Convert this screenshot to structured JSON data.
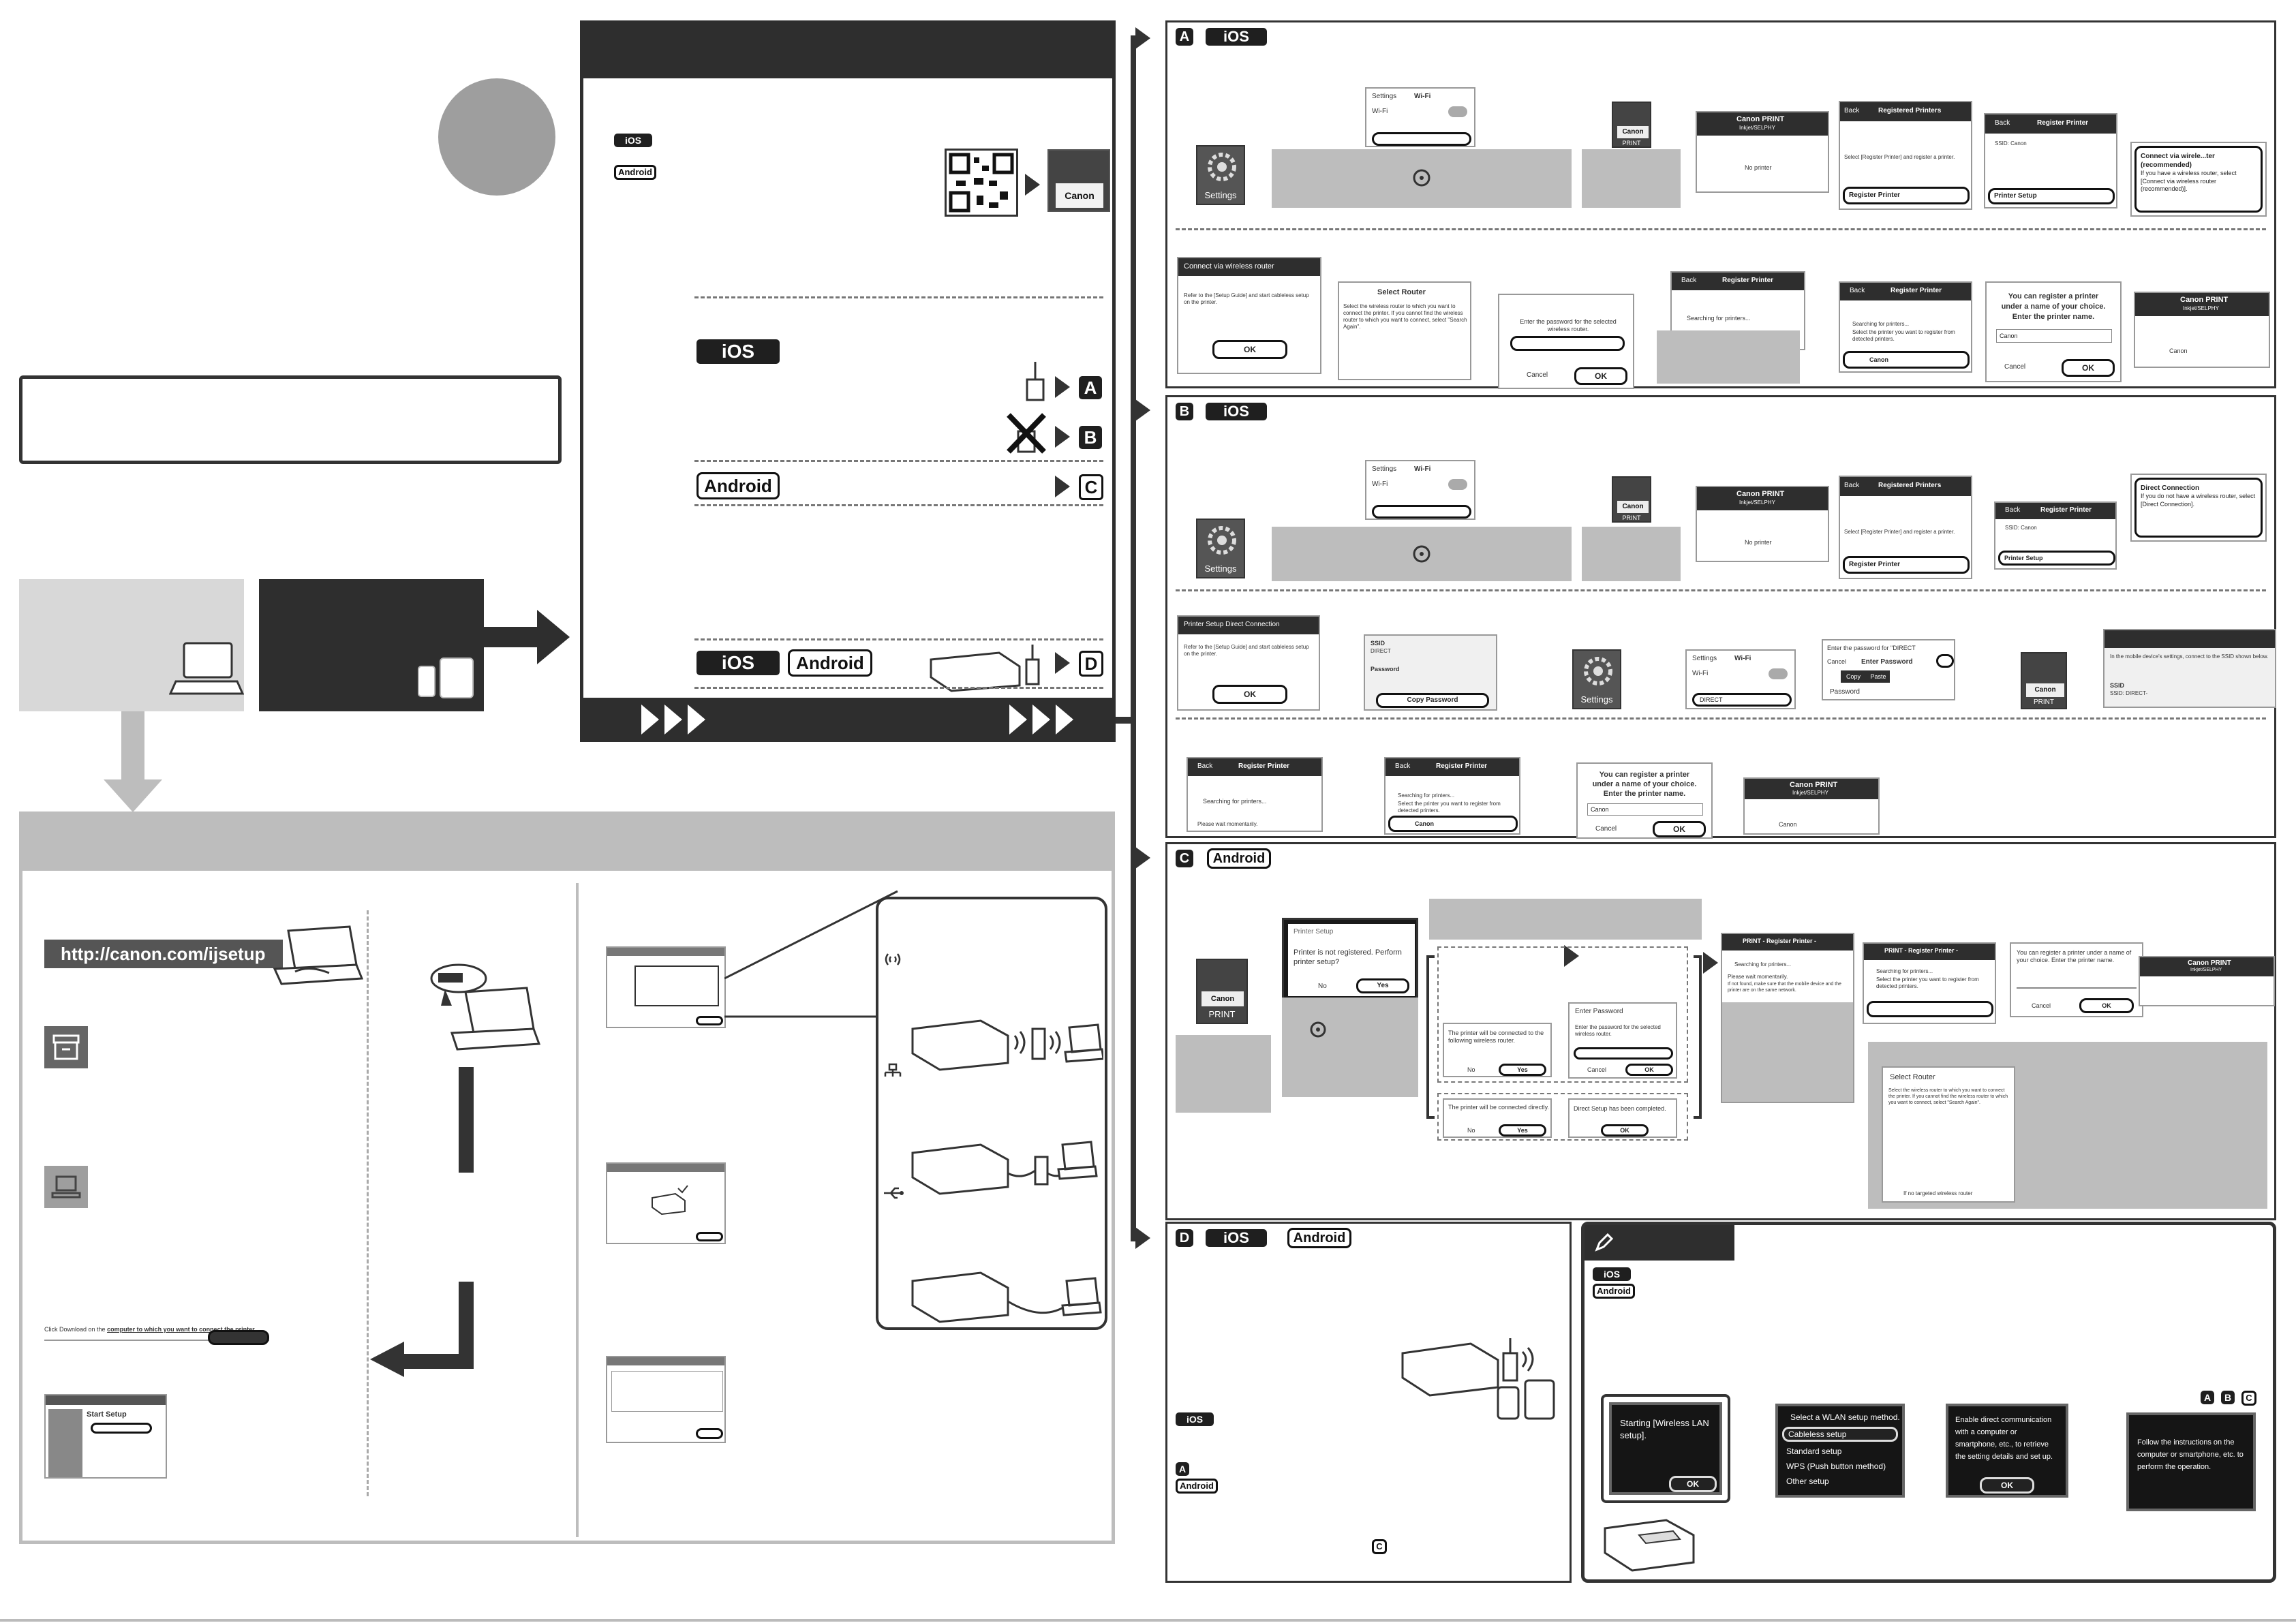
{
  "labels": {
    "ios": "iOS",
    "android": "Android",
    "a": "A",
    "b": "B",
    "c": "C",
    "d": "D"
  },
  "url": {
    "text": "http://canon.com/ijsetup"
  },
  "screens": {
    "settings": "Settings",
    "wifi_back": "Settings",
    "wifi_title": "Wi-Fi",
    "wifi_label": "Wi-Fi",
    "canon_print_title": "Canon PRINT",
    "canon_print_sub": "Inkjet/SELPHY",
    "no_printer": "No printer",
    "registered_printers": "Registered Printers",
    "back": "Back",
    "select_register_text": "Select [Register Printer] and register a printer.",
    "register_printer": "Register Printer",
    "printer_setup": "Printer Setup",
    "connect_via_wireless": "Connect via wireless router",
    "connect_via_wireless_rec": "Connect via wirele...ter (recommended)",
    "connect_via_wireless_desc": "If you have a wireless router, select [Connect via wireless router (recommended)].",
    "refer_setup_guide": "Refer to the [Setup Guide] and start cableless setup on the printer.",
    "ok": "OK",
    "select_router": "Select Router",
    "select_router_desc": "Select the wireless router to which you want to connect the printer. If you cannot find the wireless router to which you want to connect, select \"Search Again\".",
    "enter_password_router": "Enter the password for the selected wireless router.",
    "cancel": "Cancel",
    "searching": "Searching for printers...",
    "please_wait": "Please wait momentarily.",
    "select_printer_register": "Select the printer you want to register from detected printers.",
    "register_name_1": "You can register a printer",
    "register_name_2": "under a name of your choice.",
    "register_name_3": "Enter the printer name.",
    "canon": "Canon",
    "direct_connection": "Direct Connection",
    "direct_connection_desc": "If you do not have a wireless router, select [Direct Connection].",
    "printer_setup_direct": "Printer Setup Direct Connection",
    "copy_password": "Copy Password",
    "password": "Password",
    "ssid": "SSID",
    "direct": "DIRECT",
    "enter_password_for": "Enter the password for \"DIRECT",
    "enter_password": "Enter Password",
    "copy": "Copy",
    "paste": "Paste",
    "mobile_settings_desc": "In the mobile device's settings, connect to the SSID shown below.",
    "print": "PRINT",
    "android_printer_setup": "Printer Setup",
    "not_registered": "Printer is not registered. Perform printer setup?",
    "no": "No",
    "yes": "Yes",
    "connected_to_router": "The printer will be connected to the following wireless router.",
    "enter_password_title": "Enter Password",
    "enter_password_selected": "Enter the password for the selected wireless router.",
    "connected_directly": "The printer will be connected directly.",
    "direct_setup_completed": "Direct Setup has been completed.",
    "print_register_printer": "PRINT - Register Printer -",
    "make_sure_enabled": "If not found, make sure that the mobile device and the printer are on the same network.",
    "register_name_android": "You can register a printer under a name of your choice. Enter the printer name.",
    "if_no_target": "If no targeted wireless router",
    "ssid_canon": "SSID: Canon",
    "ssid_direct": "SSID: DIRECT-"
  },
  "printer_screens": {
    "starting_wlan": "Starting [Wireless LAN setup].",
    "ok": "OK",
    "select_method": "Select a WLAN setup method.",
    "methods": [
      "Cableless setup",
      "Standard setup",
      "WPS (Push button method)",
      "Other setup"
    ],
    "enable_direct": "Enable direct communication with a computer or smartphone, etc., to retrieve the setting details and set up.",
    "follow_instructions": "Follow the instructions on the computer or smartphone, etc. to perform the operation."
  },
  "pc": {
    "click_download_pre": "Click Download on the ",
    "click_download_link": "computer to which you want to connect the printer",
    "start_setup": "Start Setup"
  }
}
